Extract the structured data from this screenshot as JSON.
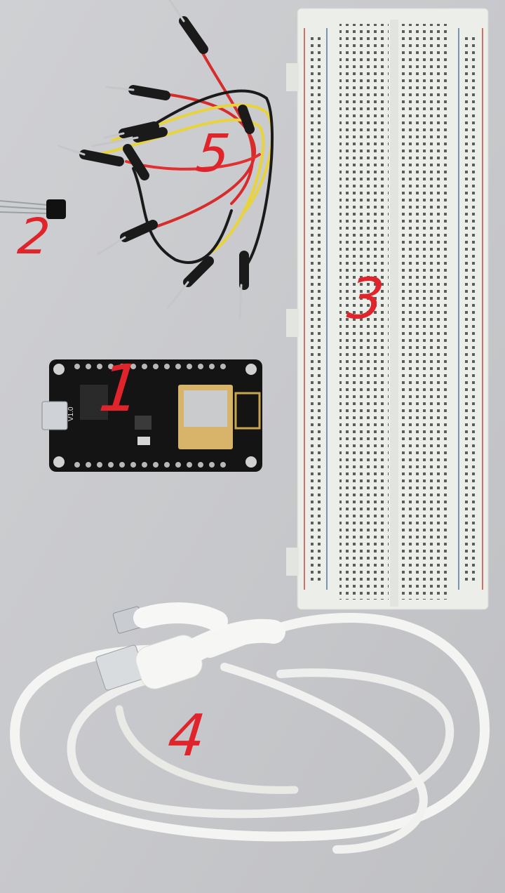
{
  "photo": {
    "description_labels": [
      "1",
      "2",
      "3",
      "4",
      "5"
    ],
    "board_marking": "V1.0"
  },
  "colors": {
    "background": "#c9cacd",
    "label_red": "#e0242c",
    "breadboard": "#eceee9",
    "pcb": "#141414",
    "cable": "#f4f4f2"
  }
}
